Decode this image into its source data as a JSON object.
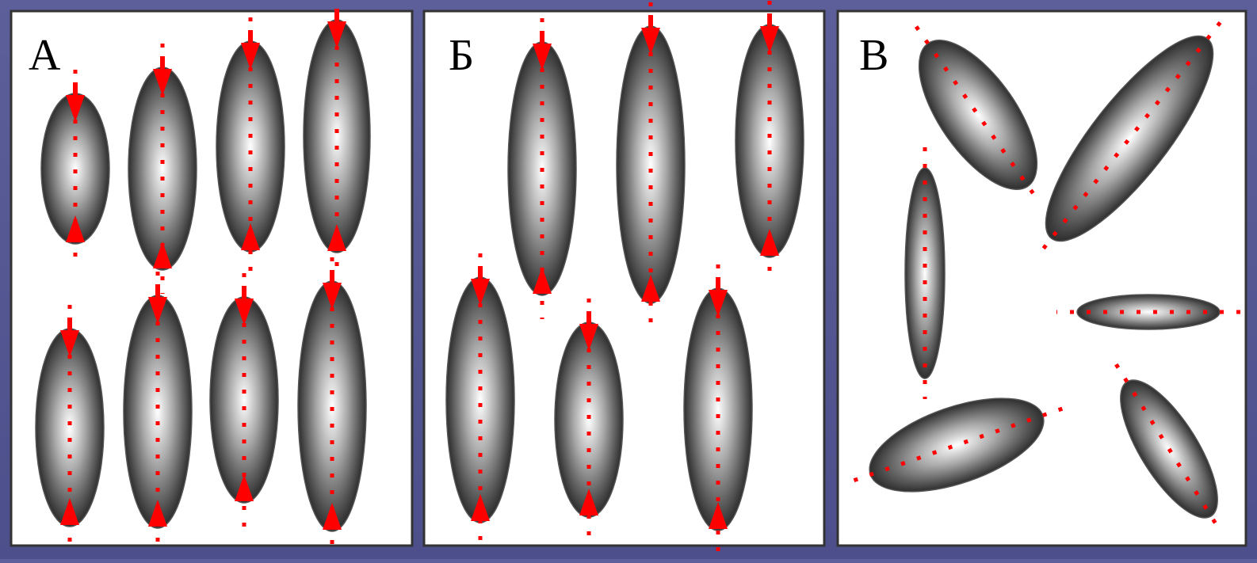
{
  "panels": [
    {
      "id": "A",
      "label": "А"
    },
    {
      "id": "B",
      "label": "Б"
    },
    {
      "id": "V",
      "label": "В"
    }
  ],
  "colors": {
    "background": "#5258939",
    "panel_fill": "#ffffff",
    "panel_border": "#333333",
    "ellipse_center": "#ffffff",
    "ellipse_edge": "#3a3a3a",
    "director": "#ff0000"
  }
}
